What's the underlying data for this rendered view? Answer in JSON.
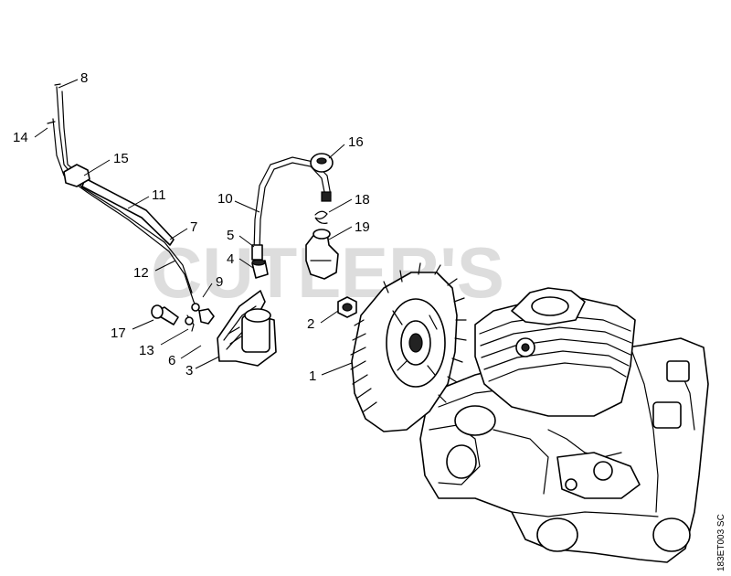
{
  "watermark": "CUTLER'S",
  "reference_code": "183ET003 SC",
  "callouts": {
    "c1": "1",
    "c2": "2",
    "c3": "3",
    "c4": "4",
    "c5": "5",
    "c6": "6",
    "c7": "7",
    "c8": "8",
    "c9": "9",
    "c10": "10",
    "c11": "11",
    "c12": "12",
    "c13": "13",
    "c14": "14",
    "c15": "15",
    "c16": "16",
    "c17": "17",
    "c18": "18",
    "c19": "19"
  }
}
